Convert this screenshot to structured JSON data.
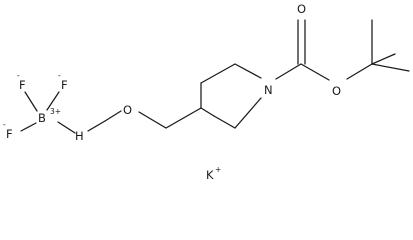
{
  "molecule": {
    "atoms": {
      "f1": "F",
      "f2": "F",
      "f3": "F",
      "boron": "B",
      "boron_charge": "3+",
      "hydrogen": "H",
      "oxygen_ether": "O",
      "nitrogen": "N",
      "oxygen_carbonyl": "O",
      "oxygen_ester": "O",
      "potassium": "K",
      "potassium_charge": "+",
      "f1_charge": "-",
      "f2_charge": "-",
      "f3_charge": "-"
    }
  }
}
